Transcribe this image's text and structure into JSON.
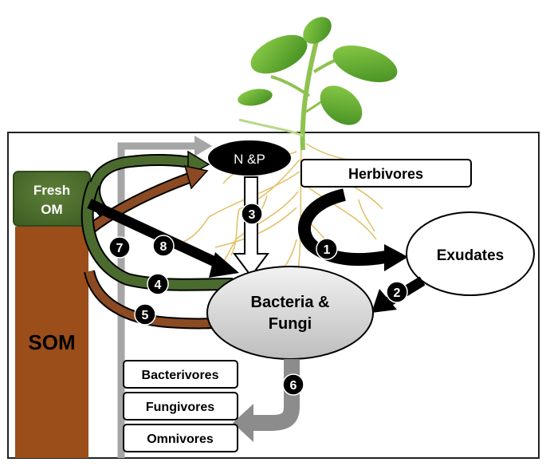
{
  "nodes": {
    "fresh_om": {
      "line1": "Fresh",
      "line2": "OM"
    },
    "som": "SOM",
    "np": "N &P",
    "herbivores": "Herbivores",
    "exudates": "Exudates",
    "bacteria_fungi": {
      "line1": "Bacteria &",
      "line2": "Fungi"
    },
    "bacterivores": "Bacterivores",
    "fungivores": "Fungivores",
    "omnivores": "Omnivores"
  },
  "pathway_numbers": [
    "1",
    "2",
    "3",
    "4",
    "5",
    "6",
    "7",
    "8"
  ],
  "colors": {
    "fresh_om": "#4a6a2c",
    "som": "#9b4d1a",
    "green_arrow": "#4b6b2e",
    "brown_arrow": "#8b4a22",
    "black_arrow": "#000000",
    "gray_arrow": "#8c8c8c",
    "root": "#e2c26a",
    "plant": "#6fae35",
    "bacteria_fill": "#d9d9d9"
  }
}
